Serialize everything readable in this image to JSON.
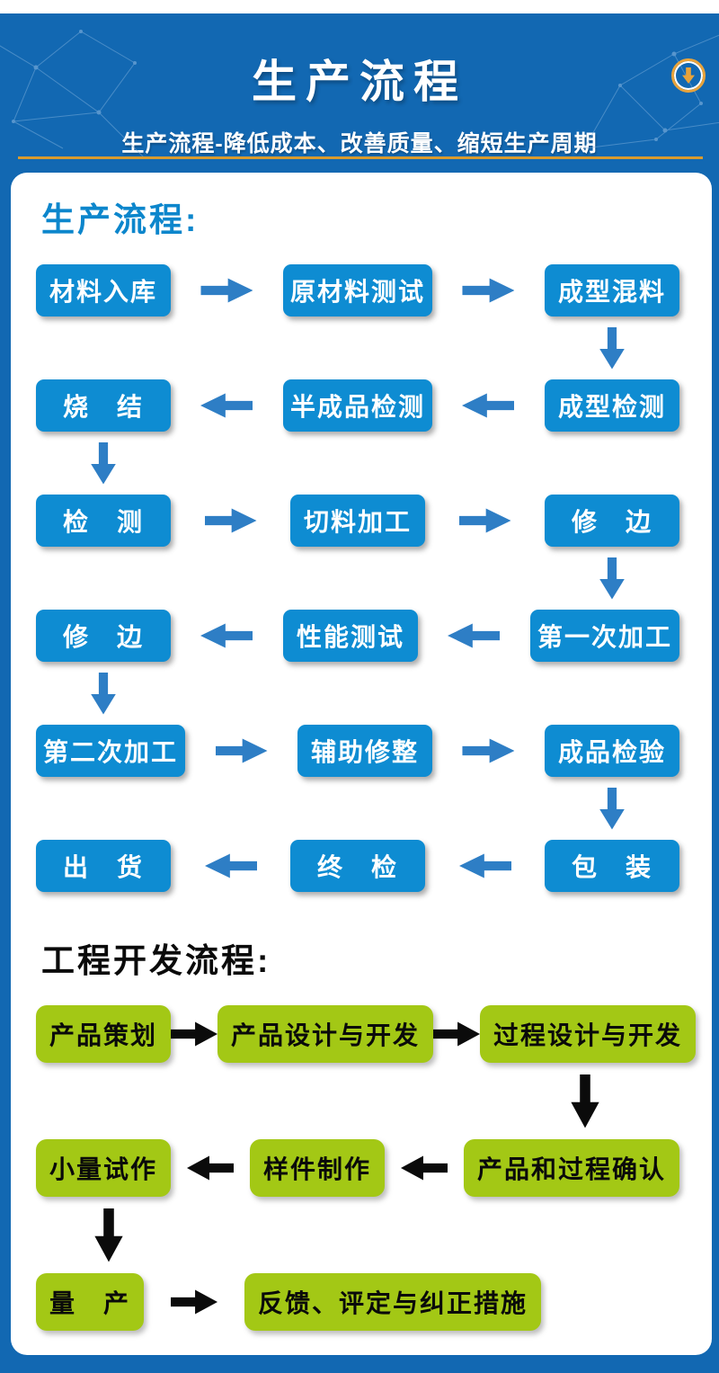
{
  "colors": {
    "page_blue": "#1268B2",
    "box_blue": "#0E8CD2",
    "arrow_blue": "#2E7EC5",
    "gold": "#D99B2E",
    "box_green": "#A3C815",
    "heading_blue": "#0C86CC"
  },
  "header": {
    "title": "生产流程",
    "subtitle": "生产流程-降低成本、改善质量、缩短生产周期",
    "scroll_icon": "circle-down-arrow-icon"
  },
  "production_flow": {
    "heading": "生产流程:",
    "rows": [
      {
        "cells": [
          "材料入库",
          "原材料测试",
          "成型混料"
        ],
        "arrow_dir": "right",
        "connector_after": "right"
      },
      {
        "cells": [
          "烧　结",
          "半成品检测",
          "成型检测"
        ],
        "arrow_dir": "left",
        "connector_after": "left"
      },
      {
        "cells": [
          "检　测",
          "切料加工",
          "修　边"
        ],
        "arrow_dir": "right",
        "connector_after": "right"
      },
      {
        "cells": [
          "修　边",
          "性能测试",
          "第一次加工"
        ],
        "arrow_dir": "left",
        "connector_after": "left"
      },
      {
        "cells": [
          "第二次加工",
          "辅助修整",
          "成品检验"
        ],
        "arrow_dir": "right",
        "connector_after": "right"
      },
      {
        "cells": [
          "出　货",
          "终　检",
          "包　装"
        ],
        "arrow_dir": "left",
        "connector_after": null
      }
    ]
  },
  "engineering_flow": {
    "heading": "工程开发流程:",
    "rows": [
      {
        "cells": [
          "产品策划",
          "产品设计与开发",
          "过程设计与开发"
        ],
        "arrow_dir": "right",
        "connector_after": "right"
      },
      {
        "cells": [
          "小量试作",
          "样件制作",
          "产品和过程确认"
        ],
        "arrow_dir": "left",
        "connector_after": "left"
      },
      {
        "cells": [
          "量　产",
          "反馈、评定与纠正措施"
        ],
        "arrow_dir": "right",
        "connector_after": null,
        "align": "start"
      }
    ]
  }
}
